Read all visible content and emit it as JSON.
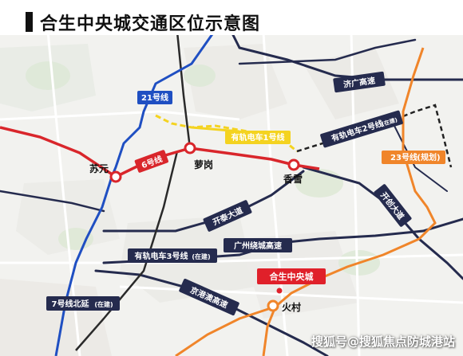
{
  "title": "合生中央城交通区位示意图",
  "watermark": "搜狐号@搜狐焦点防城港站",
  "colors": {
    "line6": "#d9262b",
    "metroBlue": "#1f4fc2",
    "tram1": "#f4d320",
    "orange": "#f0852a",
    "expressway": "#252b4e",
    "darkLine": "#2a2a2a",
    "projectRed": "#e0202a"
  },
  "labels": {
    "line21": "21号线",
    "line6": "6号线",
    "tram1": "有轨电车1号线",
    "tram2_name": "有轨电车2号线",
    "tram2_note": "(在建)",
    "line23_name": "23号线",
    "line23_note": "(规划)",
    "jiguang": "济广高速",
    "kaichuang": "开创大道",
    "kaitai": "开泰大道",
    "guangzhou_ring": "广州绕城高速",
    "tram3_name": "有轨电车3号线",
    "tram3_note": "(在建)",
    "jinggangao": "京港澳高速",
    "line7_name": "7号线北延",
    "line7_note": "(在建)"
  },
  "stations": {
    "suyuan": "苏元",
    "luogang": "萝岗",
    "xiangxue": "香雪",
    "huocun": "火村"
  },
  "project": "合生中央城"
}
